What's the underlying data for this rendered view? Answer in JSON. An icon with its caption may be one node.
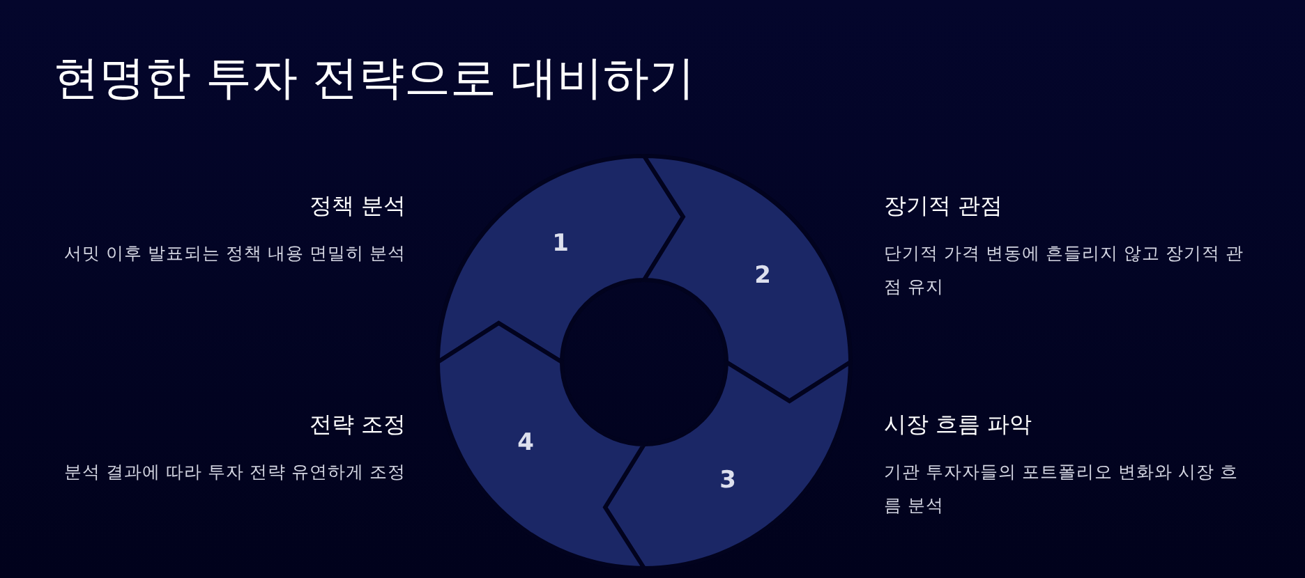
{
  "diagram": {
    "title": "현명한 투자 전략으로 대비하기",
    "nodes": [
      {
        "text": [
          "1"
        ],
        "beside": [
          "정책 분석",
          "서밋 이후 발표되는 정책 내용 면밀히 분석"
        ]
      },
      {
        "text": [
          "2"
        ],
        "beside": [
          "장기적 관점",
          "단기적 가격 변동에 흔들리지 않고 장기적 관점 유지"
        ]
      },
      {
        "text": [
          "3"
        ],
        "beside": [
          "시장 흐름 파악",
          "기관 투자자들의 포트폴리오 변화와 시장 흐름 분석"
        ]
      },
      {
        "text": [
          "4"
        ],
        "beside": [
          "전략 조정",
          "분석 결과에 따라 투자 전략 유연하게 조정"
        ]
      }
    ]
  }
}
